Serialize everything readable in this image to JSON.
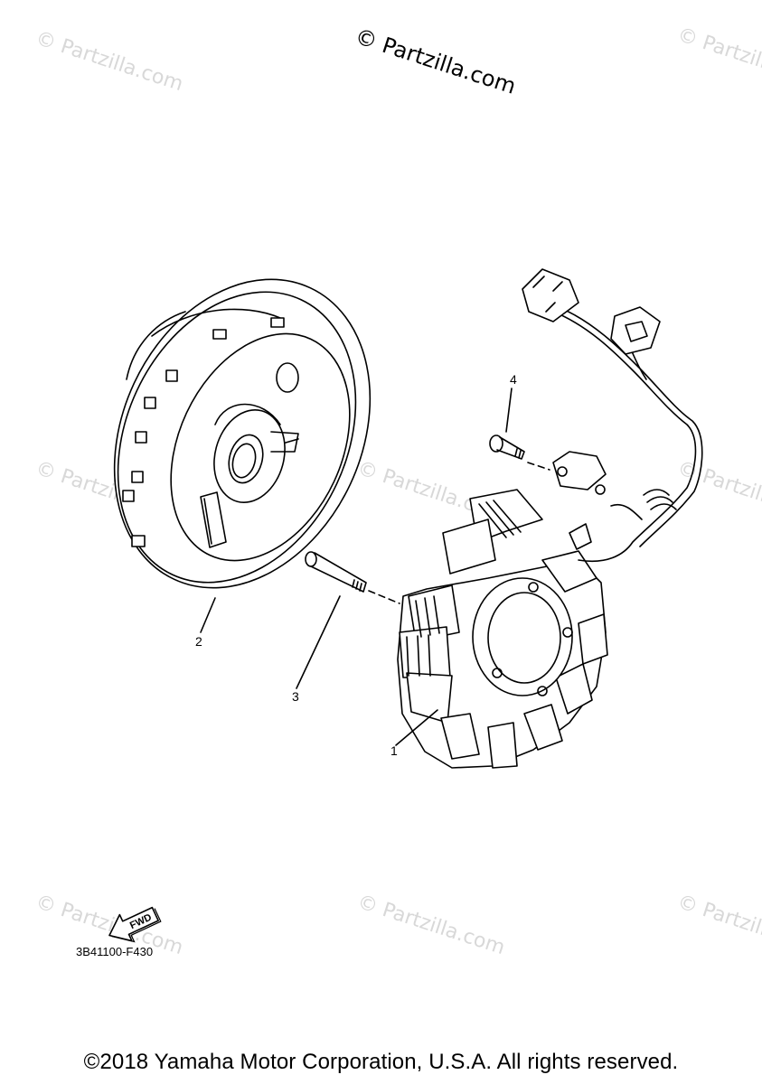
{
  "watermark_brand": "© Partzilla.com",
  "watermarks": [
    "© Partzilla.com",
    "© Partzilla.com",
    "© Partzilla.com",
    "© Partzilla.com",
    "© Partzilla.com",
    "© Partzilla.com",
    "© Partzilla.com",
    "© Partzilla.com"
  ],
  "callouts": [
    "1",
    "2",
    "3",
    "4"
  ],
  "fwd_label": "FWD",
  "diagram_code": "3B41100-F430",
  "copyright": "©2018 Yamaha Motor Corporation, U.S.A. All rights reserved."
}
